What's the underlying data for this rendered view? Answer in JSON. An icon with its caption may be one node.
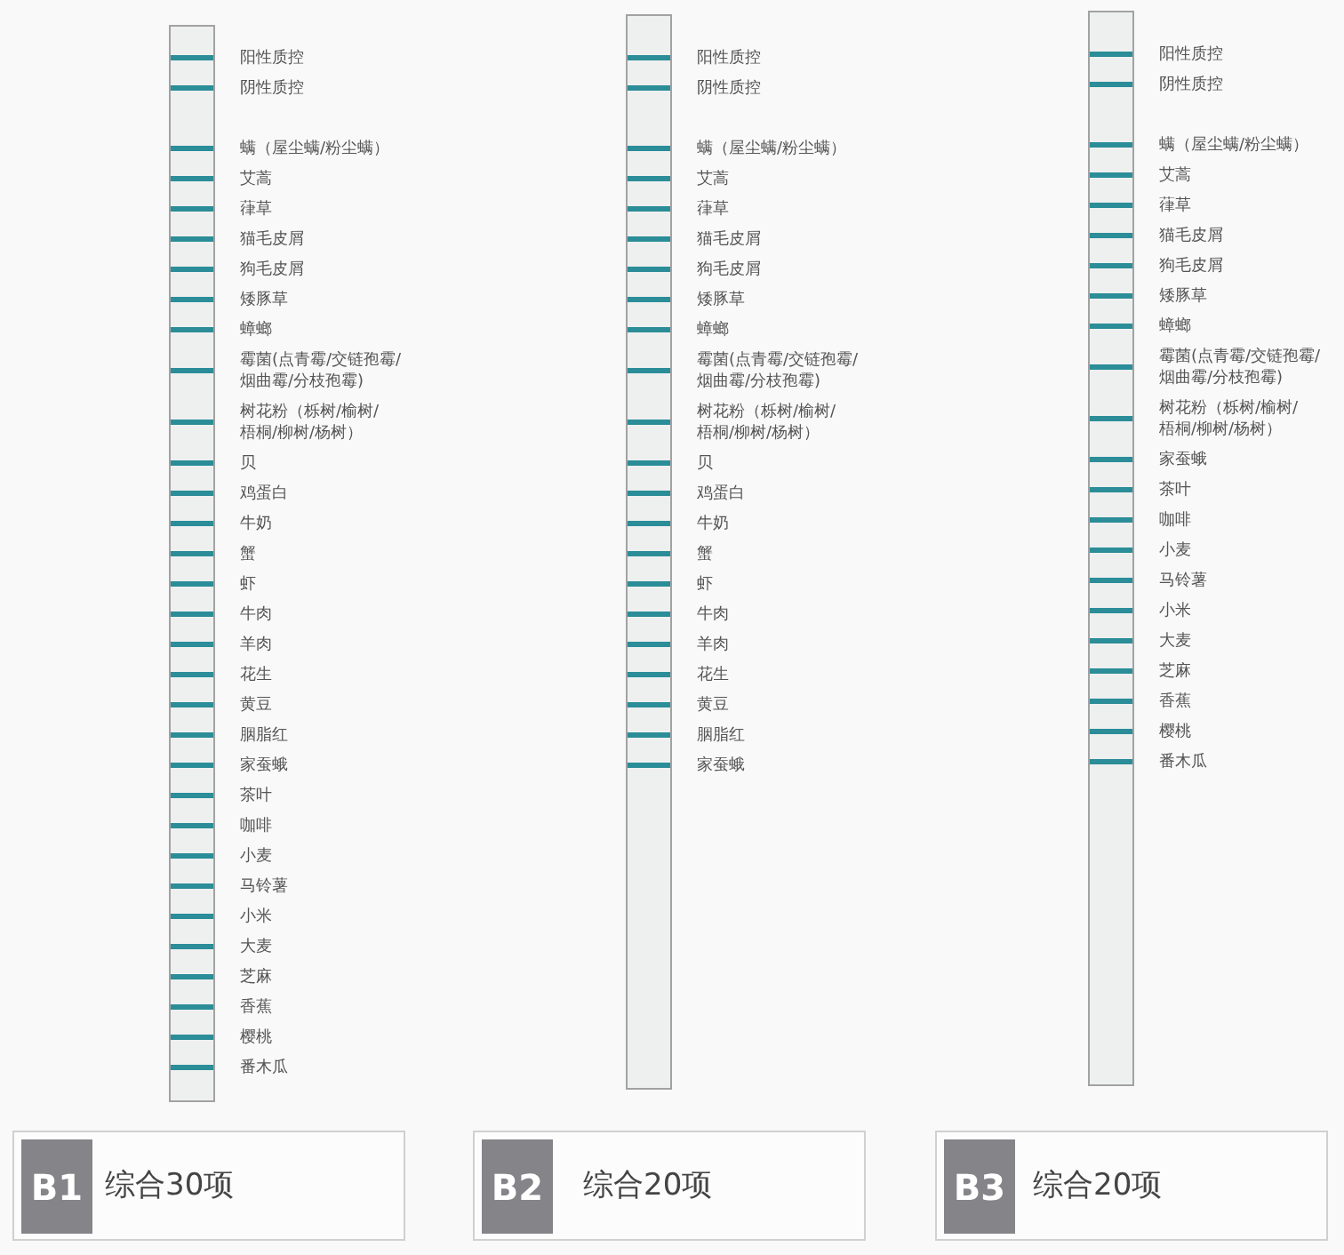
{
  "diagram": {
    "nodes": [
      {
        "text": [],
        "shape": "bar",
        "beside": [
          "阳性质控",
          "阴性质控",
          "螨（屋尘螨/粉尘螨）",
          "艾蒿",
          "葎草",
          "猫毛皮屑",
          "狗毛皮屑",
          "矮豚草",
          "蟑螂",
          "霉菌(点青霉/交链孢霉/烟曲霉/分枝孢霉)",
          "树花粉（栎树/榆树/梧桐/柳树/杨树）",
          "贝",
          "鸡蛋白",
          "牛奶",
          "蟹",
          "虾",
          "牛肉",
          "羊肉",
          "花生",
          "黄豆",
          "胭脂红",
          "家蚕蛾",
          "茶叶",
          "咖啡",
          "小麦",
          "马铃薯",
          "小米",
          "大麦",
          "芝麻",
          "香蕉",
          "樱桃",
          "番木瓜"
        ]
      },
      {
        "text": [],
        "shape": "bar",
        "beside": [
          "阳性质控",
          "阴性质控",
          "螨（屋尘螨/粉尘螨）",
          "艾蒿",
          "葎草",
          "猫毛皮屑",
          "狗毛皮屑",
          "矮豚草",
          "蟑螂",
          "霉菌(点青霉/交链孢霉/烟曲霉/分枝孢霉)",
          "树花粉（栎树/榆树/梧桐/柳树/杨树）",
          "贝",
          "鸡蛋白",
          "牛奶",
          "蟹",
          "虾",
          "牛肉",
          "羊肉",
          "花生",
          "黄豆",
          "胭脂红",
          "家蚕蛾"
        ]
      },
      {
        "text": [],
        "shape": "bar",
        "beside": [
          "阳性质控",
          "阴性质控",
          "螨（屋尘螨/粉尘螨）",
          "艾蒿",
          "葎草",
          "猫毛皮屑",
          "狗毛皮屑",
          "矮豚草",
          "蟑螂",
          "霉菌(点青霉/交链孢霉/烟曲霉/分枝孢霉)",
          "树花粉（栎树/榆树/梧桐/柳树/杨树）",
          "家蚕蛾",
          "茶叶",
          "咖啡",
          "小麦",
          "马铃薯",
          "小米",
          "大麦",
          "芝麻",
          "香蕉",
          "樱桃",
          "番木瓜"
        ]
      },
      {
        "text": [
          "综合30项"
        ]
      },
      {
        "text": [
          "B1"
        ],
        "in": 3
      },
      {
        "text": [
          "综合20项"
        ]
      },
      {
        "text": [
          "B2"
        ],
        "in": 5
      },
      {
        "text": [
          "综合20项"
        ]
      },
      {
        "text": [
          "B3"
        ],
        "in": 7
      }
    ]
  }
}
